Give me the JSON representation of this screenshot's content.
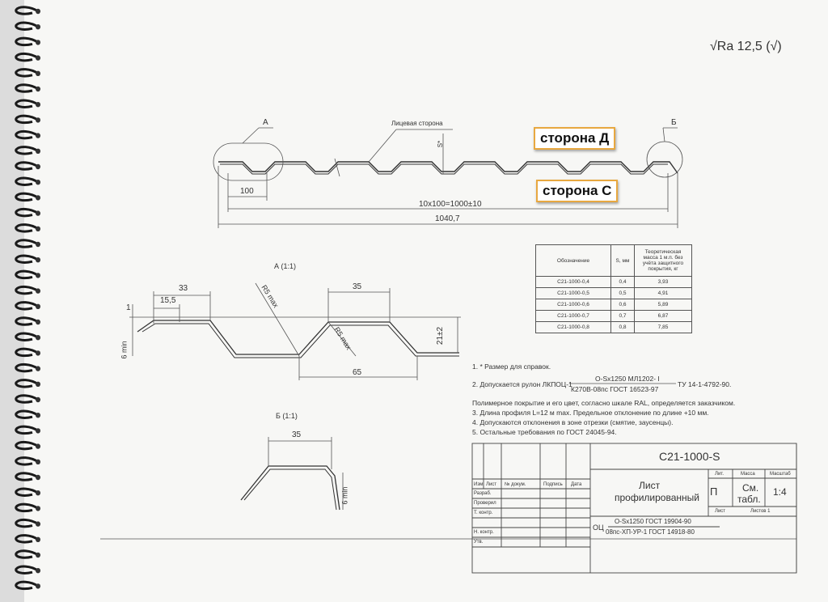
{
  "roughness": "√Ra 12,5 (√)",
  "callouts": {
    "side_d": "сторона Д",
    "side_c": "сторона С"
  },
  "main_view": {
    "detail_a": "А",
    "detail_b": "Б",
    "face_side": "Лицевая сторона",
    "thickness": "S*",
    "pitch": "100",
    "pitch_total": "10x100=1000±10",
    "overall": "1040,7"
  },
  "detail_a_view": {
    "title": "А (1:1)",
    "dim_33": "33",
    "dim_15_5": "15,5",
    "dim_1": "1",
    "dim_6min": "6 min",
    "r5_a": "R5 max",
    "r5_b": "R5 max",
    "dim_35": "35",
    "dim_21": "21±2",
    "dim_65": "65"
  },
  "detail_b_view": {
    "title": "Б (1:1)",
    "dim_35": "35",
    "dim_6min": "6 min"
  },
  "spec_table": {
    "headers": [
      "Обозначение",
      "S, мм",
      "Теоретическая масса 1 м.п. без учёта защитного покрытия, кг"
    ],
    "rows": [
      [
        "С21-1000-0,4",
        "0,4",
        "3,93"
      ],
      [
        "С21-1000-0,5",
        "0,5",
        "4,91"
      ],
      [
        "С21-1000-0,6",
        "0,6",
        "5,89"
      ],
      [
        "С21-1000-0,7",
        "0,7",
        "6,87"
      ],
      [
        "С21-1000-0,8",
        "0,8",
        "7,85"
      ]
    ]
  },
  "notes": {
    "n1": "1. * Размер для справок.",
    "n2_prefix": "2. Допускается рулон ЛКПОЦ-1",
    "n2_top": "О-Sx1250 МЛ1202- I",
    "n2_bottom": "К270В-08пс ГОСТ 16523-97",
    "n2_suffix": "ТУ 14-1-4792-90.",
    "n2_extra": "Полимерное покрытие и его цвет, согласно шкале     RAL, определяется заказчиком.",
    "n3": "3. Длина профиля   L=12 м max. Предельное отклонение по длине +10 мм.",
    "n4": "4. Допускаются отклонения в зоне отрезки (смятие, заусенцы).",
    "n5": "5. Остальные требования по ГОСТ 24045-94."
  },
  "title_block": {
    "designation": "С21-1000-S",
    "name_line1": "Лист",
    "name_line2": "профилированный",
    "col_izm": "Изм",
    "col_list": "Лист",
    "col_doc": "№ докум.",
    "col_sign": "Подпись",
    "col_date": "Дата",
    "razrab": "Разраб.",
    "prover": "Проверил",
    "tkontr": "Т. контр.",
    "nkontr": "Н. контр.",
    "utv": "Утв.",
    "lit_label": "Лит.",
    "mass_label": "Масса",
    "scale_label": "Масштаб",
    "lit_value": "П",
    "mass_value_1": "См.",
    "mass_value_2": "табл.",
    "scale_value": "1:4",
    "sheet_label": "Лист",
    "sheets_label": "Листов 1",
    "material_prefix": "ОЦ",
    "material_top": "О-Sx1250 ГОСТ 19904-90",
    "material_bottom": "08пс-ХП-УР-1 ГОСТ 14918-80"
  }
}
